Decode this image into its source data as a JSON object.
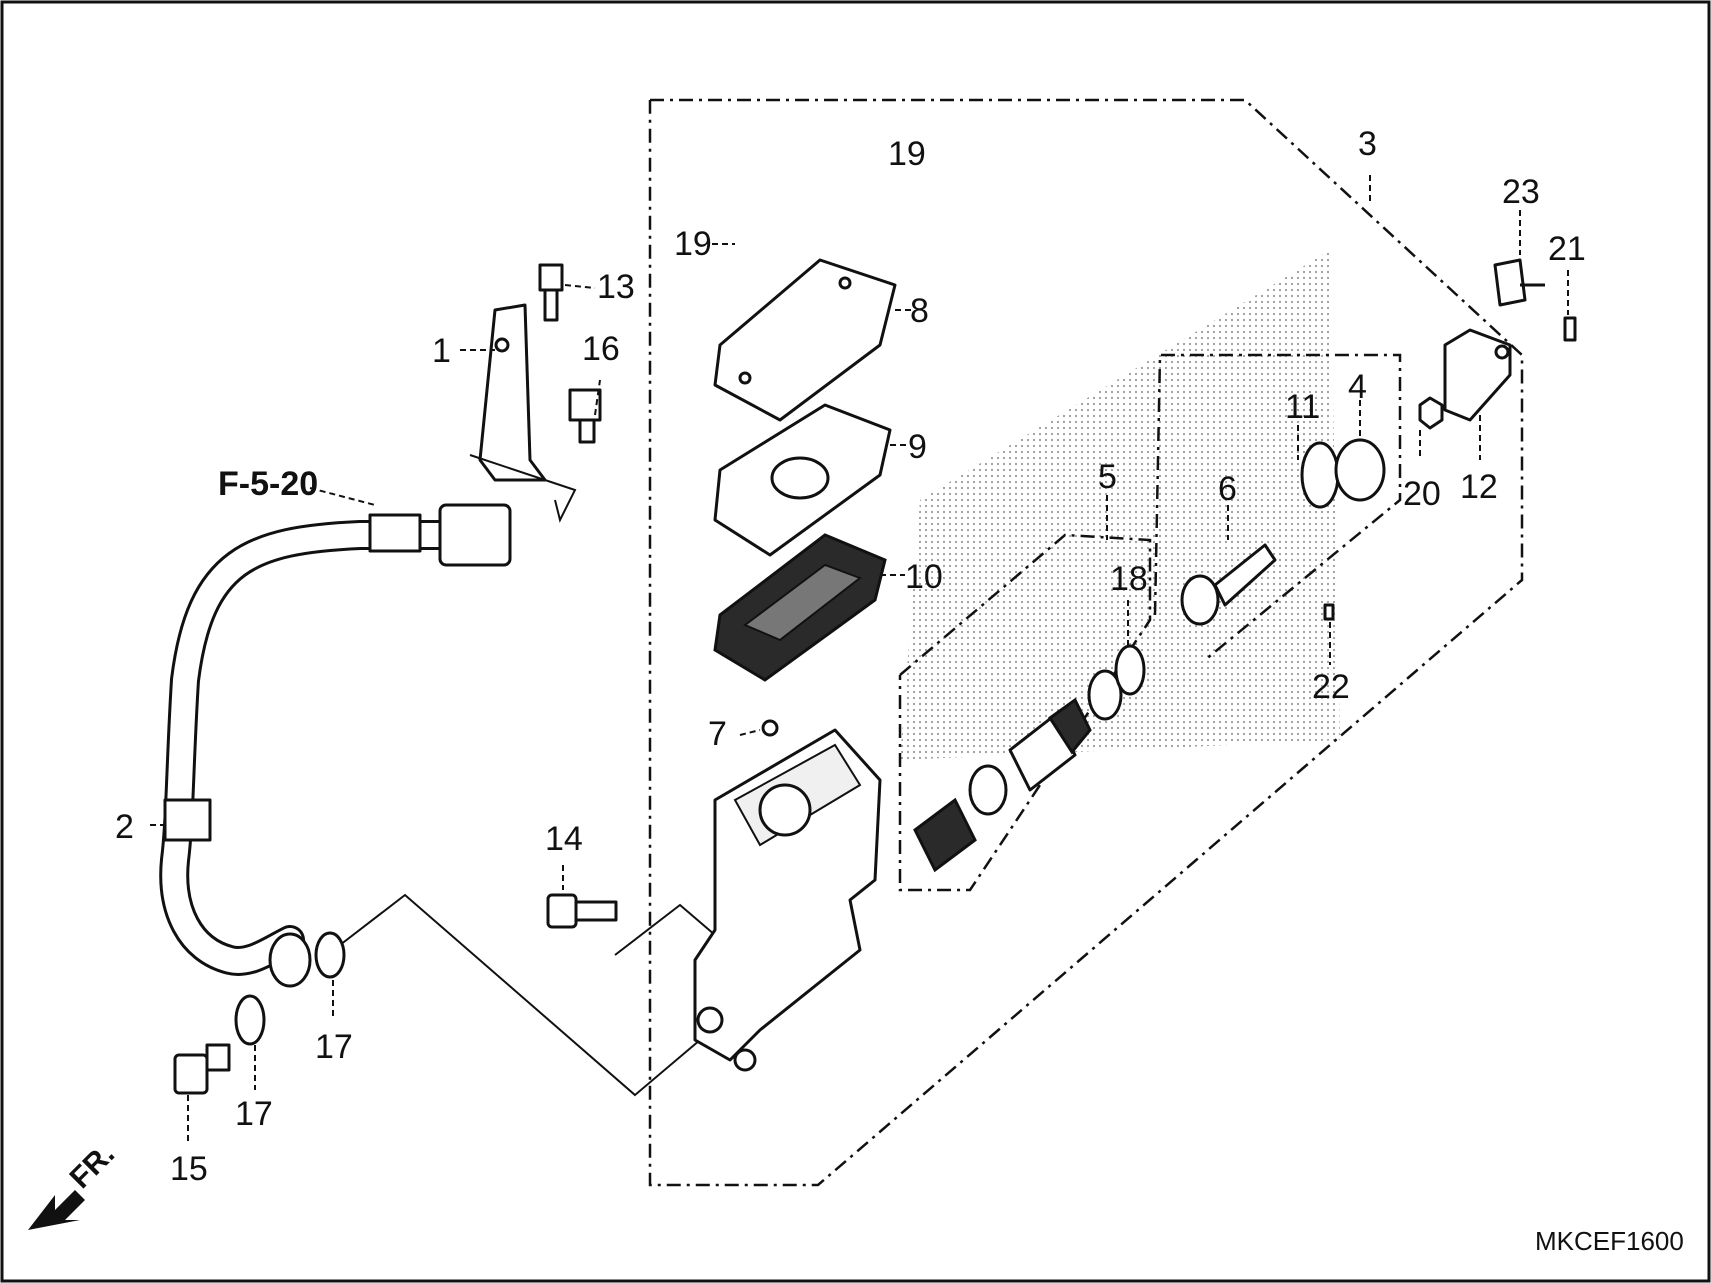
{
  "diagram": {
    "drawing_code": "MKCEF1600",
    "reference": "F-5-20",
    "direction_label": "FR.",
    "callouts": [
      {
        "id": "c1",
        "text": "1"
      },
      {
        "id": "c2",
        "text": "2"
      },
      {
        "id": "c3",
        "text": "3"
      },
      {
        "id": "c4",
        "text": "4"
      },
      {
        "id": "c5",
        "text": "5"
      },
      {
        "id": "c6",
        "text": "6"
      },
      {
        "id": "c7",
        "text": "7"
      },
      {
        "id": "c8",
        "text": "8"
      },
      {
        "id": "c9",
        "text": "9"
      },
      {
        "id": "c10",
        "text": "10"
      },
      {
        "id": "c11",
        "text": "11"
      },
      {
        "id": "c12",
        "text": "12"
      },
      {
        "id": "c13",
        "text": "13"
      },
      {
        "id": "c14",
        "text": "14"
      },
      {
        "id": "c15",
        "text": "15"
      },
      {
        "id": "c16",
        "text": "16"
      },
      {
        "id": "c17a",
        "text": "17"
      },
      {
        "id": "c17b",
        "text": "17"
      },
      {
        "id": "c18",
        "text": "18"
      },
      {
        "id": "c19a",
        "text": "19"
      },
      {
        "id": "c19b",
        "text": "19"
      },
      {
        "id": "c20",
        "text": "20"
      },
      {
        "id": "c21",
        "text": "21"
      },
      {
        "id": "c22",
        "text": "22"
      },
      {
        "id": "c23",
        "text": "23"
      }
    ]
  }
}
